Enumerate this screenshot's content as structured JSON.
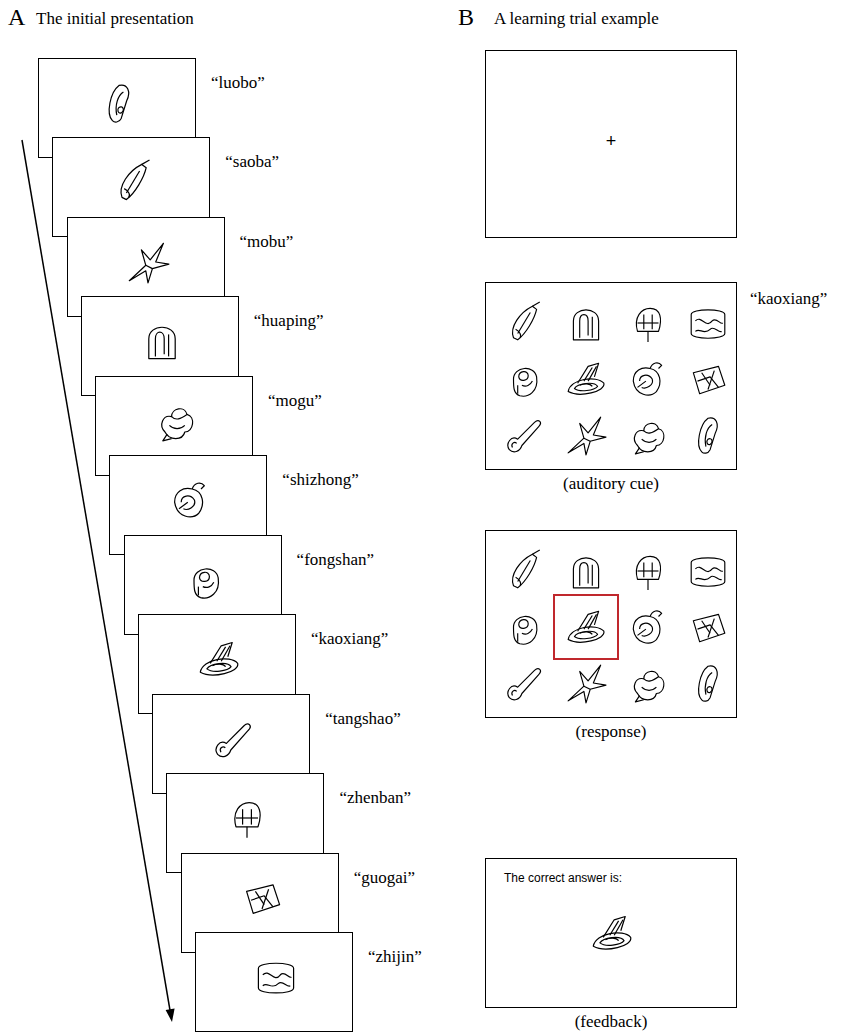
{
  "diagram": {
    "nodes": [
      {
        "text": [
          "“luobo”"
        ]
      },
      {
        "text": [
          "“saoba”"
        ]
      },
      {
        "text": [
          "“mobu”"
        ]
      },
      {
        "text": [
          "“huaping”"
        ]
      },
      {
        "text": [
          "“mogu”"
        ]
      },
      {
        "text": [
          "“shizhong”"
        ]
      },
      {
        "text": [
          "“fongshan”"
        ]
      },
      {
        "text": [
          "“kaoxiang”"
        ]
      },
      {
        "text": [
          "“tangshao”"
        ]
      },
      {
        "text": [
          "“zhenban”"
        ]
      },
      {
        "text": [
          "“guogai”"
        ]
      },
      {
        "text": [
          "“zhijin”"
        ]
      },
      {
        "text": [
          "+"
        ]
      },
      {
        "text": [
          "“kaoxiang”",
          "(auditory cue)"
        ]
      },
      {
        "text": [
          "(response)"
        ]
      },
      {
        "text": [
          "The correct answer is:",
          "(feedback)"
        ]
      }
    ],
    "labels": [
      "A",
      "The initial presentation",
      "B",
      "A learning trial example"
    ]
  }
}
